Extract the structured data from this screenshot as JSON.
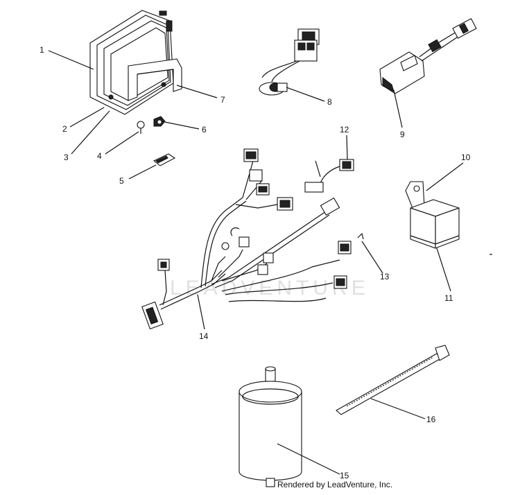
{
  "callouts": [
    {
      "id": 1,
      "label": "1"
    },
    {
      "id": 2,
      "label": "2"
    },
    {
      "id": 3,
      "label": "3"
    },
    {
      "id": 4,
      "label": "4"
    },
    {
      "id": 5,
      "label": "5"
    },
    {
      "id": 6,
      "label": "6"
    },
    {
      "id": 7,
      "label": "7"
    },
    {
      "id": 8,
      "label": "8"
    },
    {
      "id": 9,
      "label": "9"
    },
    {
      "id": 10,
      "label": "10"
    },
    {
      "id": 11,
      "label": "11"
    },
    {
      "id": 12,
      "label": "12"
    },
    {
      "id": 13,
      "label": "13"
    },
    {
      "id": 14,
      "label": "14"
    },
    {
      "id": 15,
      "label": "15"
    },
    {
      "id": 16,
      "label": "16"
    }
  ],
  "watermark": "LEADVENTURE",
  "credit": "Rendered by LeadVenture, Inc."
}
